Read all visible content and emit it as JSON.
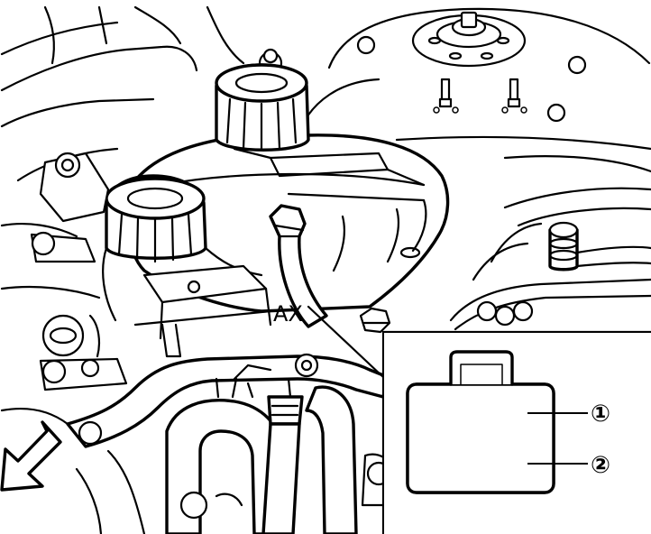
{
  "diagram": {
    "marking": "AX",
    "callouts": [
      {
        "number": "①",
        "meaning": ""
      },
      {
        "number": "②",
        "meaning": ""
      }
    ],
    "colors": {
      "line": "#000000",
      "fluid": "#b3b3b3",
      "background": "#ffffff"
    },
    "icons": [
      "front-direction-arrow-icon"
    ]
  }
}
